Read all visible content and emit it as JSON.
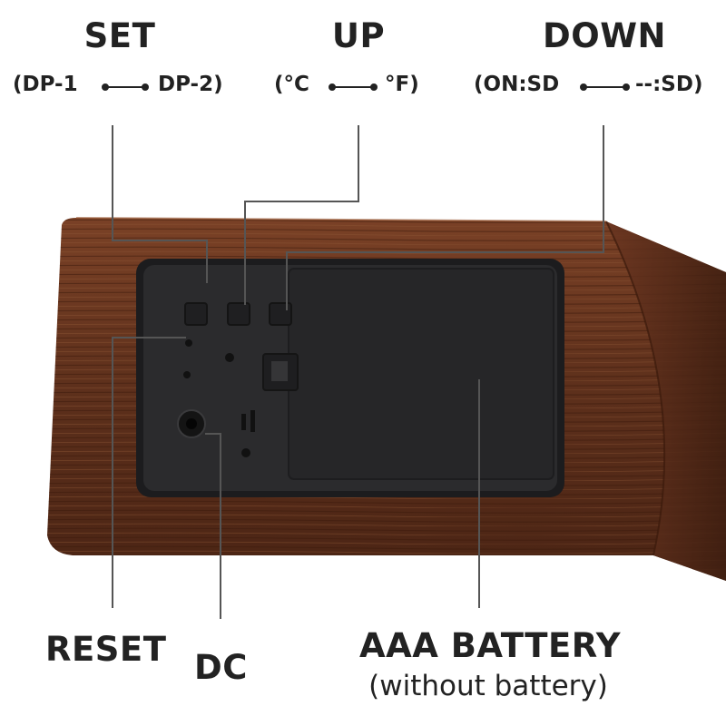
{
  "labels": {
    "set": {
      "title": "SET",
      "left": "(DP-1",
      "right": "DP-2)"
    },
    "up": {
      "title": "UP",
      "left": "(°C",
      "right": "°F)"
    },
    "down": {
      "title": "DOWN",
      "left": "(ON:SD",
      "right": "--:SD)"
    },
    "reset": "RESET",
    "dc": "DC",
    "battery": {
      "title": "AAA BATTERY",
      "note": "(without battery)"
    }
  },
  "colors": {
    "wood_dark": "#4a2414",
    "wood_mid": "#6e3a22",
    "wood_light": "#8a4c2e",
    "panel": "#2a2a2c",
    "line": "#555555",
    "text": "#222222"
  }
}
